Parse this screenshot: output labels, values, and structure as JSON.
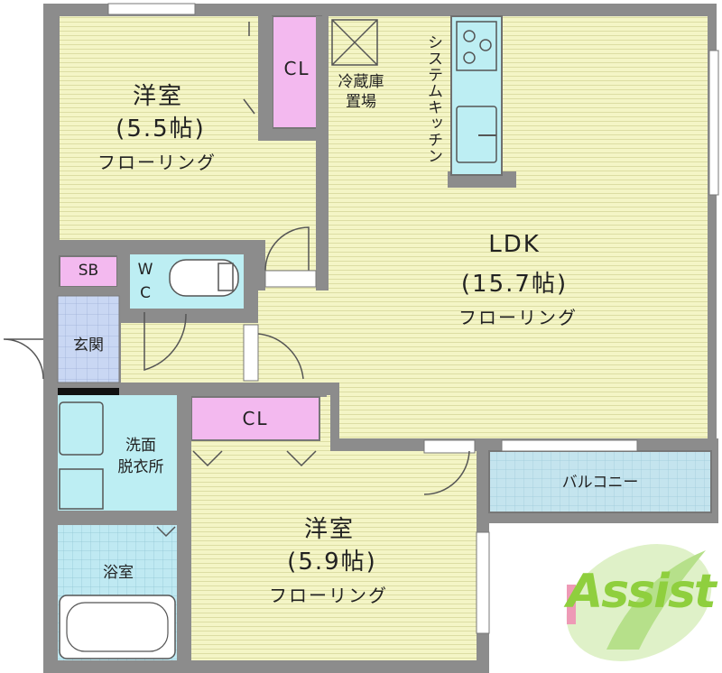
{
  "rooms": {
    "western_room_1": {
      "name": "洋室",
      "size": "(5.5帖)",
      "floor": "フローリング"
    },
    "ldk": {
      "name": "LDK",
      "size": "(15.7帖)",
      "floor": "フローリング"
    },
    "western_room_2": {
      "name": "洋室",
      "size": "(5.9帖)",
      "floor": "フローリング"
    },
    "closet_1": "CL",
    "closet_2": "CL",
    "shoe_box": "SB",
    "wc": "WC",
    "entrance": "玄関",
    "washroom": "洗面\n脱衣所",
    "bathroom": "浴室",
    "balcony": "バルコニー",
    "fridge_space": "冷蔵庫\n置場",
    "kitchen": "システムキッチン"
  },
  "logo": {
    "text": "Assist"
  },
  "colors": {
    "wall": "#7a7a7a",
    "floor": "#f3f4c2",
    "closet": "#f3b9ef",
    "wet_area": "#bdeef3",
    "balcony": "#bfe3ec",
    "logo": "#8fcf3e"
  }
}
